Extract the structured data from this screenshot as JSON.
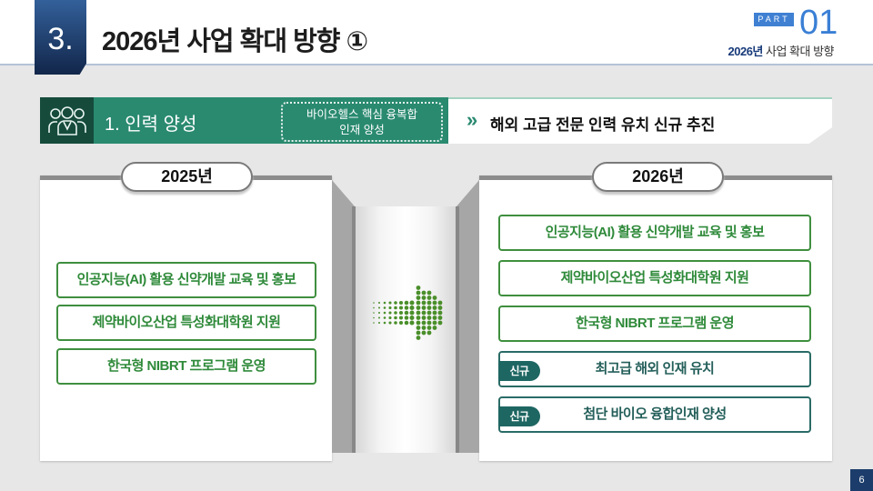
{
  "header": {
    "section_number": "3.",
    "title": "2026년 사업 확대 방향 ①",
    "part_label": "PART",
    "part_number": "01",
    "subtitle_bold": "2026년",
    "subtitle_rest": "사업 확대 방향"
  },
  "section_bar": {
    "icon": "people-group-icon",
    "label": "1. 인력 양성",
    "goal_line1": "바이오헬스 핵심 융복합",
    "goal_line2": "인재 양성",
    "chevron": "»",
    "highlight": "해외 고급 전문 인력 유치 신규 추진"
  },
  "left": {
    "year": "2025년",
    "items": [
      "인공지능(AI) 활용 신약개발 교육 및 홍보",
      "제약바이오산업 특성화대학원 지원",
      "한국형 NIBRT 프로그램 운영"
    ]
  },
  "right": {
    "year": "2026년",
    "items": [
      {
        "label": "인공지능(AI) 활용 신약개발 교육 및 홍보",
        "tag": null
      },
      {
        "label": "제약바이오산업 특성화대학원 지원",
        "tag": null
      },
      {
        "label": "한국형 NIBRT 프로그램 운영",
        "tag": null
      },
      {
        "label": "최고급 해외 인재 유치",
        "tag": "신규"
      },
      {
        "label": "첨단 바이오 융합인재 양성",
        "tag": "신규"
      }
    ]
  },
  "colors": {
    "green": "#2a8a70",
    "dark_green": "#164b3c",
    "item_green": "#3f8f3f",
    "teal": "#1e6662",
    "blue": "#3f80d3"
  },
  "page_number": "6"
}
